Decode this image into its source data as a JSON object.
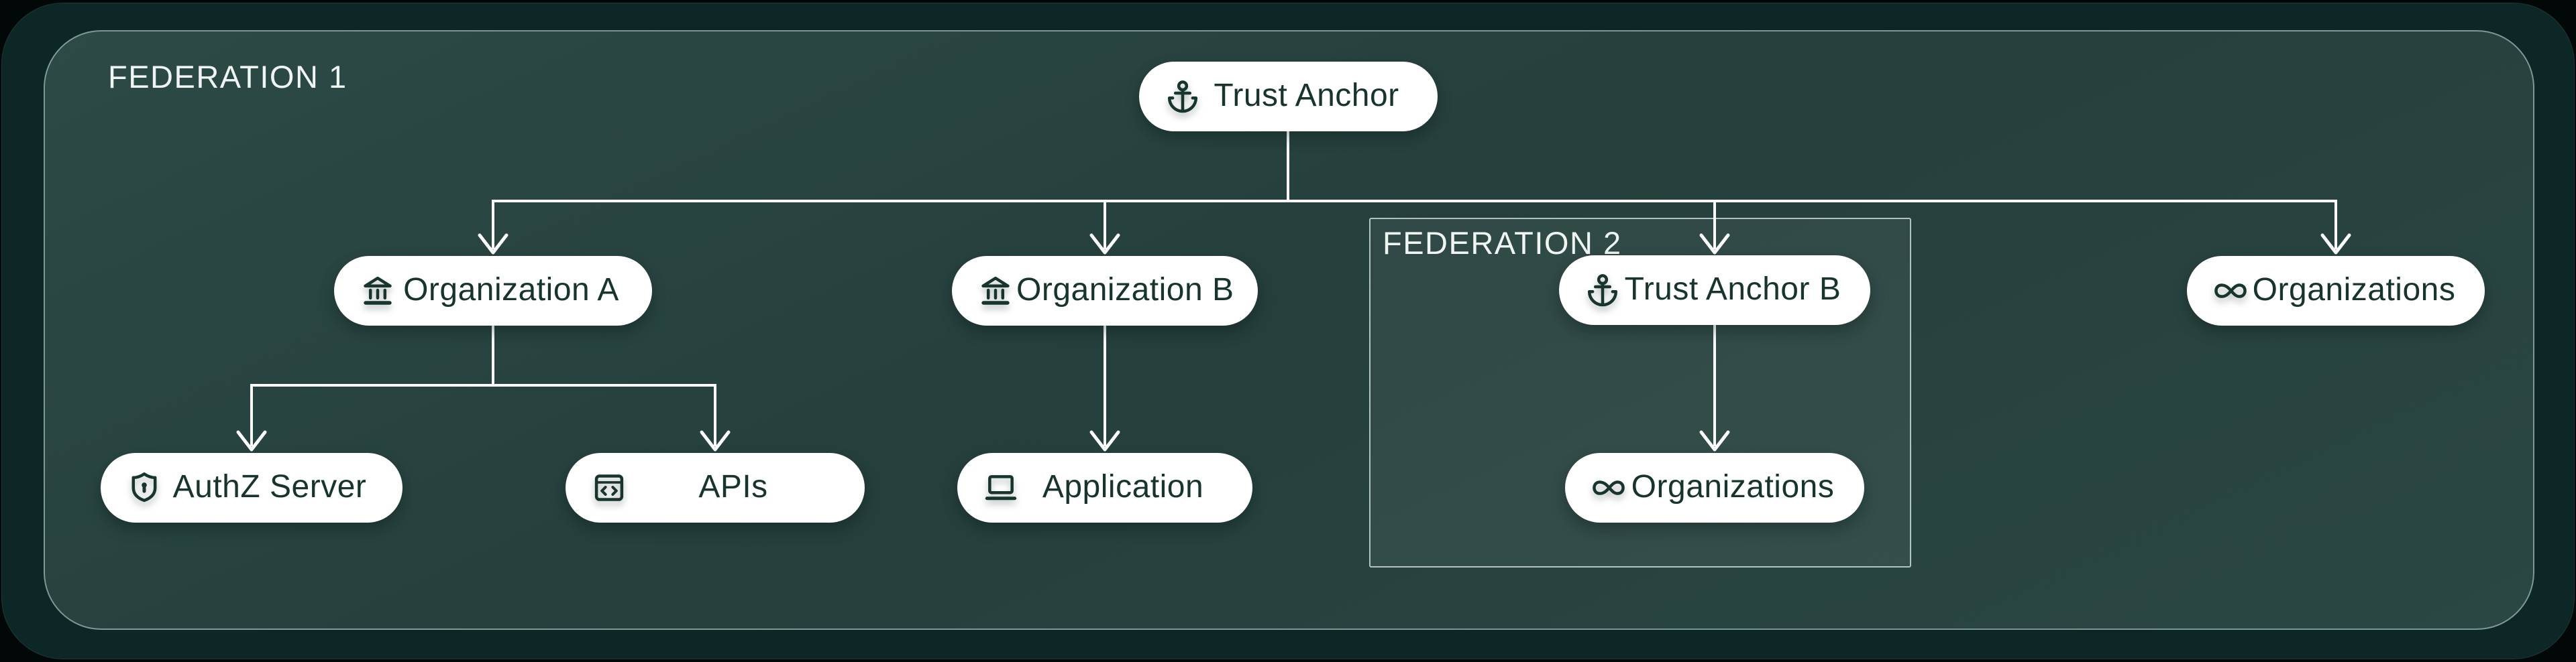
{
  "diagram": {
    "federation1": {
      "label": "FEDERATION 1"
    },
    "federation2": {
      "label": "FEDERATION 2"
    }
  },
  "nodes": {
    "trust_anchor": {
      "label": "Trust Anchor",
      "icon": "anchor-icon"
    },
    "organization_a": {
      "label": "Organization A",
      "icon": "bank-icon"
    },
    "organization_b": {
      "label": "Organization B",
      "icon": "bank-icon"
    },
    "authz_server": {
      "label": "AuthZ Server",
      "icon": "shield-keyhole-icon"
    },
    "apis": {
      "label": "APIs",
      "icon": "code-box-icon"
    },
    "application": {
      "label": "Application",
      "icon": "laptop-icon"
    },
    "trust_anchor_b": {
      "label": "Trust Anchor B",
      "icon": "anchor-icon"
    },
    "organizations_fed2": {
      "label": "Organizations",
      "icon": "infinity-icon"
    },
    "organizations_right": {
      "label": "Organizations",
      "icon": "infinity-icon"
    }
  },
  "colors": {
    "page_background": "#020808",
    "shell": "#0c2726",
    "panel": "#27433f",
    "federation2_border": "#e4f2ee",
    "node_fill": "#ffffff",
    "node_text": "#17342f",
    "connector": "#fcfefd",
    "label_text": "#eef5f3"
  }
}
